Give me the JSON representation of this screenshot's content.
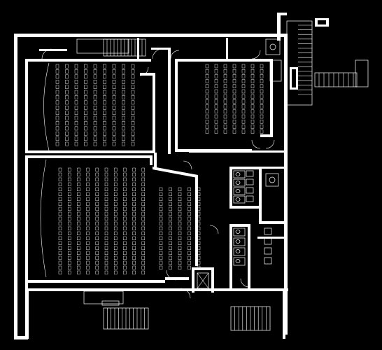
{
  "drawing": {
    "type": "architectural-floor-plan",
    "background": "#000000",
    "line_color": "#ffffff",
    "text_labels": []
  },
  "spaces": [
    {
      "id": "auditorium-1",
      "kind": "auditorium",
      "seat_rows": 9,
      "seats_per_row": 16
    },
    {
      "id": "auditorium-2",
      "kind": "auditorium",
      "seat_rows": 7,
      "seats_per_row": 14
    },
    {
      "id": "auditorium-3",
      "kind": "auditorium",
      "seat_rows": 10,
      "seats_per_row": 22
    },
    {
      "id": "auditorium-4",
      "kind": "auditorium",
      "seat_rows": 5,
      "seats_per_row": 17
    },
    {
      "id": "restroom-1",
      "kind": "restroom",
      "stalls": 4
    },
    {
      "id": "restroom-2",
      "kind": "restroom",
      "stalls": 4
    },
    {
      "id": "stair-top",
      "kind": "stair"
    },
    {
      "id": "stair-bottom-left",
      "kind": "stair"
    },
    {
      "id": "stair-bottom-right",
      "kind": "stair"
    },
    {
      "id": "exterior-ramp",
      "kind": "ramp"
    },
    {
      "id": "elevator",
      "kind": "elevator"
    }
  ]
}
